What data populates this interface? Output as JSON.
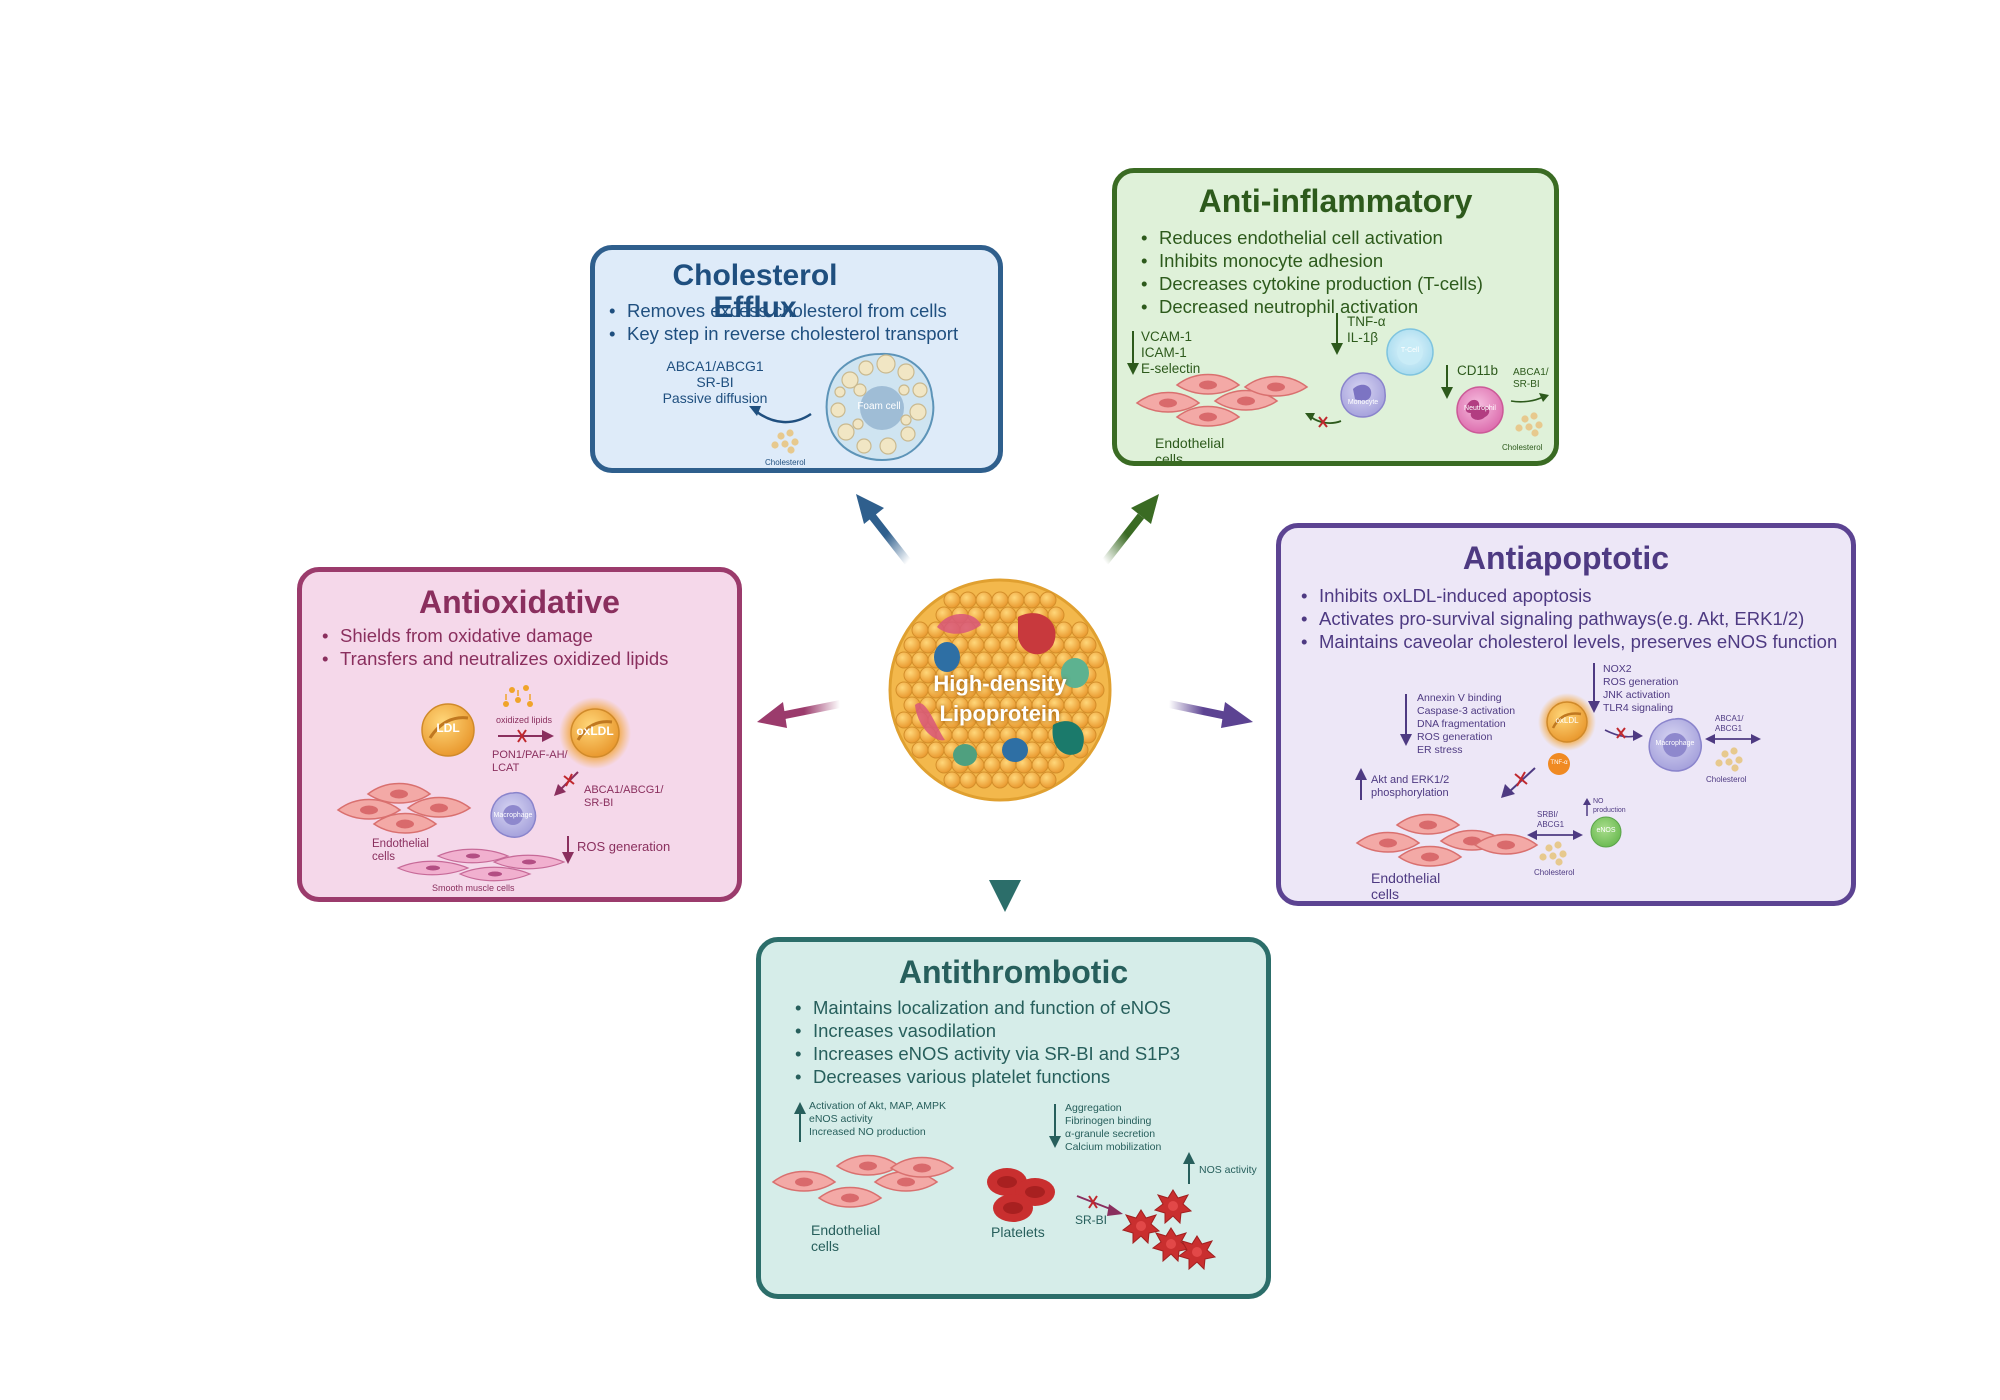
{
  "center": {
    "line1": "High-density",
    "line2": "Lipoprotein"
  },
  "efflux": {
    "title": "Cholesterol Efflux",
    "bullets": [
      "Removes excess cholesterol from cells",
      "Key step in reverse cholesterol transport"
    ],
    "mech1": "ABCA1/ABCG1",
    "mech2": "SR-BI",
    "mech3": "Passive diffusion",
    "foam_label": "Foam cell",
    "chol_label": "Cholesterol"
  },
  "inflam": {
    "title": "Anti-inflammatory",
    "bullets": [
      "Reduces endothelial cell activation",
      "Inhibits monocyte adhesion",
      "Decreases cytokine production (T-cells)",
      "Decreased neutrophil activation"
    ],
    "adhesion1": "VCAM-1",
    "adhesion2": "ICAM-1",
    "adhesion3": "E-selectin",
    "cyto1": "TNF-α",
    "cyto2": "IL-1β",
    "tcell": "T-Cell",
    "monocyte": "Monocyte",
    "cd11b": "CD11b",
    "neutrophil": "Neutrophil",
    "abca1a": "ABCA1/",
    "abca1b": "SR-BI",
    "endo1": "Endothelial",
    "endo2": "cells",
    "chol": "Cholesterol"
  },
  "antiox": {
    "title": "Antioxidative",
    "bullets": [
      "Shields from oxidative damage",
      "Transfers and neutralizes oxidized lipids"
    ],
    "ldl": "LDL",
    "oxldl": "oxLDL",
    "oxlipids": "oxidized lipids",
    "enz1": "PON1/PAF-AH/",
    "enz2": "LCAT",
    "abca1": "ABCA1/ABCG1/",
    "abca2": "SR-BI",
    "macro": "Macrophage",
    "endo1": "Endothelial",
    "endo2": "cells",
    "ros": "ROS generation",
    "smc": "Smooth muscle cells"
  },
  "apop": {
    "title": "Antiapoptotic",
    "bullets": [
      "Inhibits oxLDL-induced apoptosis",
      "Activates pro-survival signaling pathways(e.g. Akt, ERK1/2)",
      "Maintains caveolar cholesterol levels, preserves eNOS function"
    ],
    "down1": "Annexin V binding",
    "down2": "Caspase-3 activation",
    "down3": "DNA fragmentation",
    "down4": "ROS generation",
    "down5": "ER stress",
    "nox1": "NOX2",
    "nox2": "ROS generation",
    "nox3": "JNK activation",
    "nox4": "TLR4 signaling",
    "oxldl": "oxLDL",
    "tnf": "TNF-α",
    "macro": "Macrophage",
    "abca1": "ABCA1/",
    "abca2": "ABCG1",
    "chol1": "Cholesterol",
    "akt1": "Akt and ERK1/2",
    "akt2": "phosphorylation",
    "srbi1": "SRBI/",
    "srbi2": "ABCG1",
    "no1": "NO",
    "no2": "production",
    "enos": "eNOS",
    "chol2": "Cholesterol",
    "endo1": "Endothelial",
    "endo2": "cells"
  },
  "throm": {
    "title": "Antithrombotic",
    "bullets": [
      "Maintains localization and function of eNOS",
      "Increases vasodilation",
      "Increases eNOS activity via SR-BI and S1P3",
      "Decreases various platelet functions"
    ],
    "up1": "Activation of Akt, MAP, AMPK",
    "up2": "eNOS activity",
    "up3": "Increased NO production",
    "pl1": "Aggregation",
    "pl2": "Fibrinogen binding",
    "pl3": "α-granule secretion",
    "pl4": "Calcium mobilization",
    "nos": "NOS activity",
    "srbi": "SR-BI",
    "endo1": "Endothelial",
    "endo2": "cells",
    "platelets": "Platelets"
  },
  "colors": {
    "efflux": "#2f5f8d",
    "inflam": "#3a6b23",
    "antiox": "#9b3b6c",
    "apop": "#5c4392",
    "throm": "#2c6e6a",
    "hdl": "#f0b545",
    "endothelial": "#e98a8a",
    "platelet": "#c92f2f"
  }
}
